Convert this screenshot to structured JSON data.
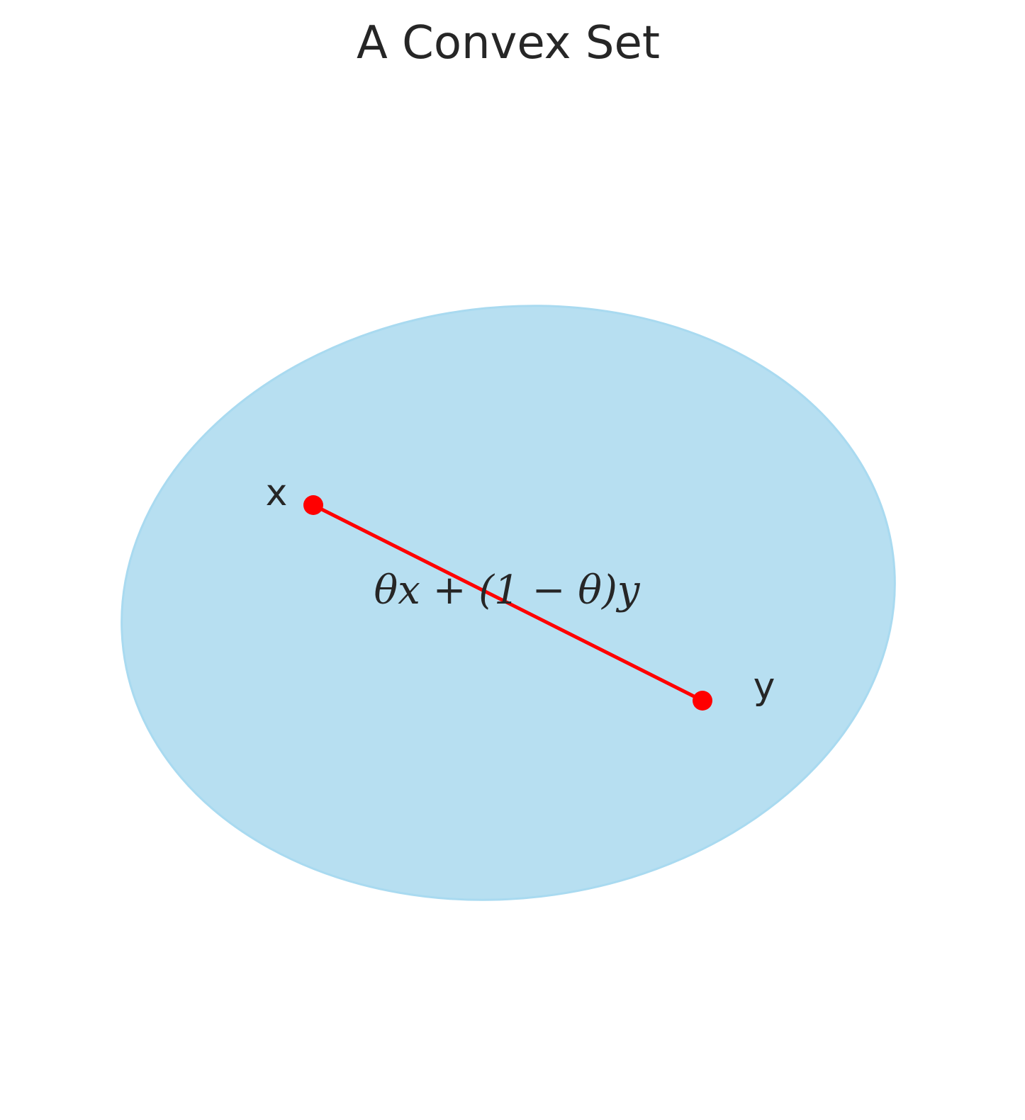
{
  "title": "A Convex Set",
  "points": {
    "x_label": "x",
    "y_label": "y"
  },
  "formula": "θx + (1 − θ)y",
  "colors": {
    "set_fill": "#b7dff1",
    "set_edge": "#a9daf0",
    "segment": "#ff0000",
    "text": "#262626",
    "background": "#ffffff"
  }
}
